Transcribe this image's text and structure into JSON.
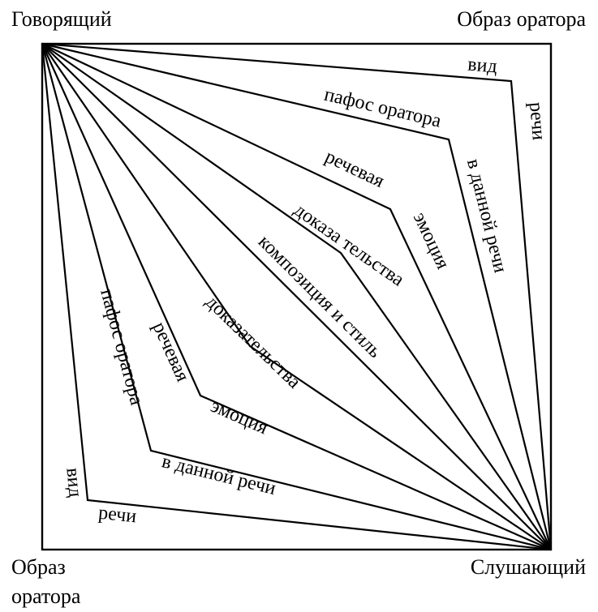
{
  "corners": {
    "top_left": "Говорящий",
    "top_right": "Образ оратора",
    "bottom_left_line1": "Образ",
    "bottom_left_line2": "оратора",
    "bottom_right": "Слушающий"
  },
  "upper_paths": [
    {
      "segment_a": "вид",
      "segment_b": "речи"
    },
    {
      "segment_a": "пафос оратора",
      "segment_b": "в данной речи"
    },
    {
      "segment_a": "речевая",
      "segment_b": "эмоция"
    },
    {
      "segment_a": "доказа тельства",
      "segment_b": ""
    }
  ],
  "center_label": "композиция и стиль",
  "lower_paths": [
    {
      "segment_a": "доказательства",
      "segment_b": ""
    },
    {
      "segment_a": "речевая",
      "segment_b": "эмоция"
    },
    {
      "segment_a": "пафос оратора",
      "segment_b": "в данной речи"
    },
    {
      "segment_a": "вид",
      "segment_b": "речи"
    }
  ]
}
